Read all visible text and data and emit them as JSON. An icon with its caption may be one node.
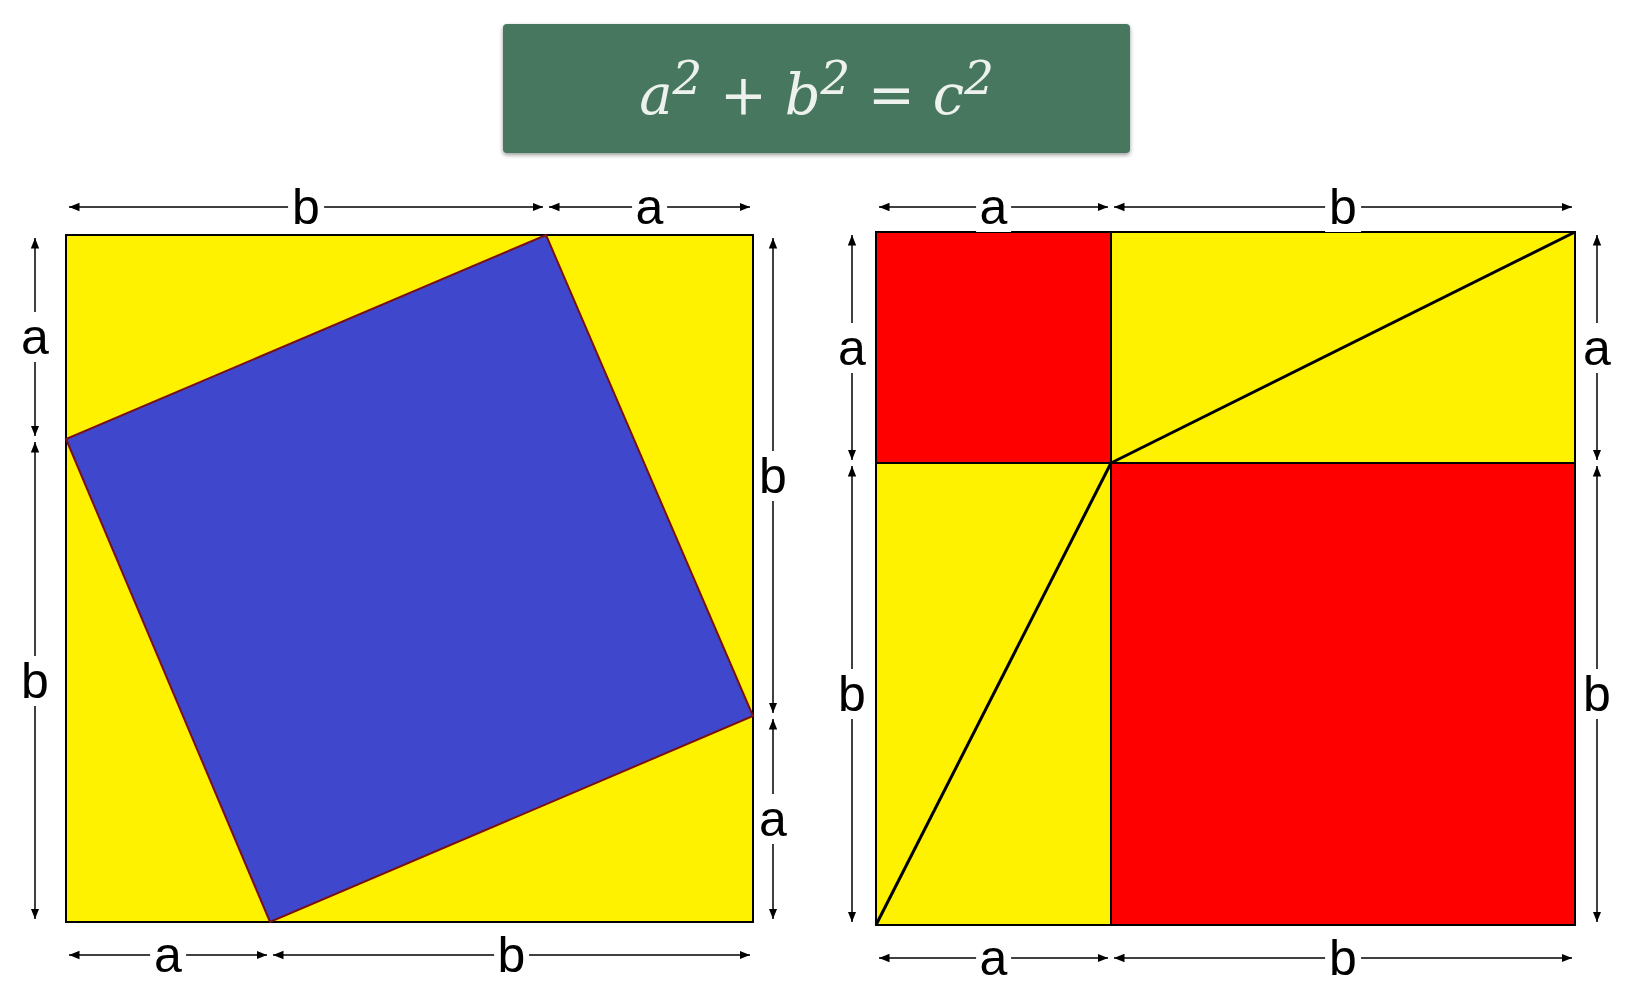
{
  "diagram": {
    "title": "a$^{2}$ + b$^{2}$ = c$^{2}$",
    "labels": [
      "b",
      "a",
      "a",
      "b",
      "b",
      "a",
      "a",
      "b",
      "a",
      "b",
      "a",
      "b",
      "a",
      "b",
      "a",
      "b"
    ]
  }
}
